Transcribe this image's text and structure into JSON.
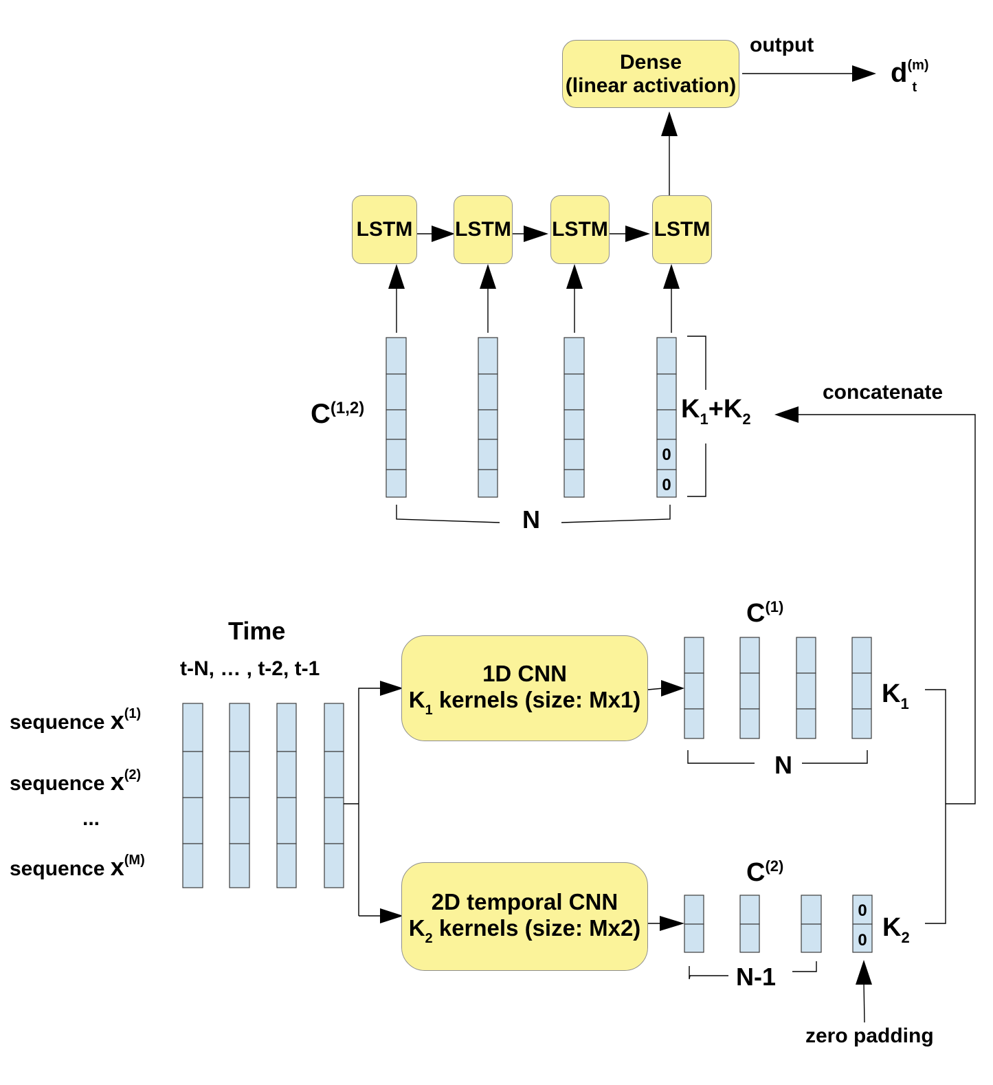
{
  "output": {
    "dense_line1": "Dense",
    "dense_line2": "(linear activation)",
    "output_label": "output",
    "d_main": "d",
    "d_sup": "(m)",
    "d_sub": "t"
  },
  "lstm": {
    "label": "LSTM"
  },
  "concat_block": {
    "c_main": "C",
    "c_sup": "(1,2)",
    "k_main": "K",
    "k1_sub": "1",
    "plus": "+K",
    "k2_sub": "2",
    "n_label": "N",
    "concatenate_label": "concatenate",
    "zero": "0"
  },
  "input": {
    "time_label": "Time",
    "time_steps": "t-N, … , t-2, t-1",
    "seq_word": "sequence ",
    "x_main": "x",
    "seq1_sup": "(1)",
    "seq2_sup": "(2)",
    "seqM_sup": "(M)",
    "ellipsis": "..."
  },
  "cnn1": {
    "line1": "1D CNN",
    "k_main": "K",
    "k_sub": "1",
    "line2_rest": " kernels (size: Mx1)"
  },
  "cnn2": {
    "line1": "2D temporal CNN",
    "k_main": "K",
    "k_sub": "2",
    "line2_rest": " kernels (size: Mx2)"
  },
  "c1_block": {
    "c_main": "C",
    "c_sup": "(1)",
    "k_main": "K",
    "k_sub": "1",
    "n_label": "N"
  },
  "c2_block": {
    "c_main": "C",
    "c_sup": "(2)",
    "k_main": "K",
    "k_sub": "2",
    "n_label": "N-1",
    "zero_padding_label": "zero padding",
    "zero": "0"
  }
}
